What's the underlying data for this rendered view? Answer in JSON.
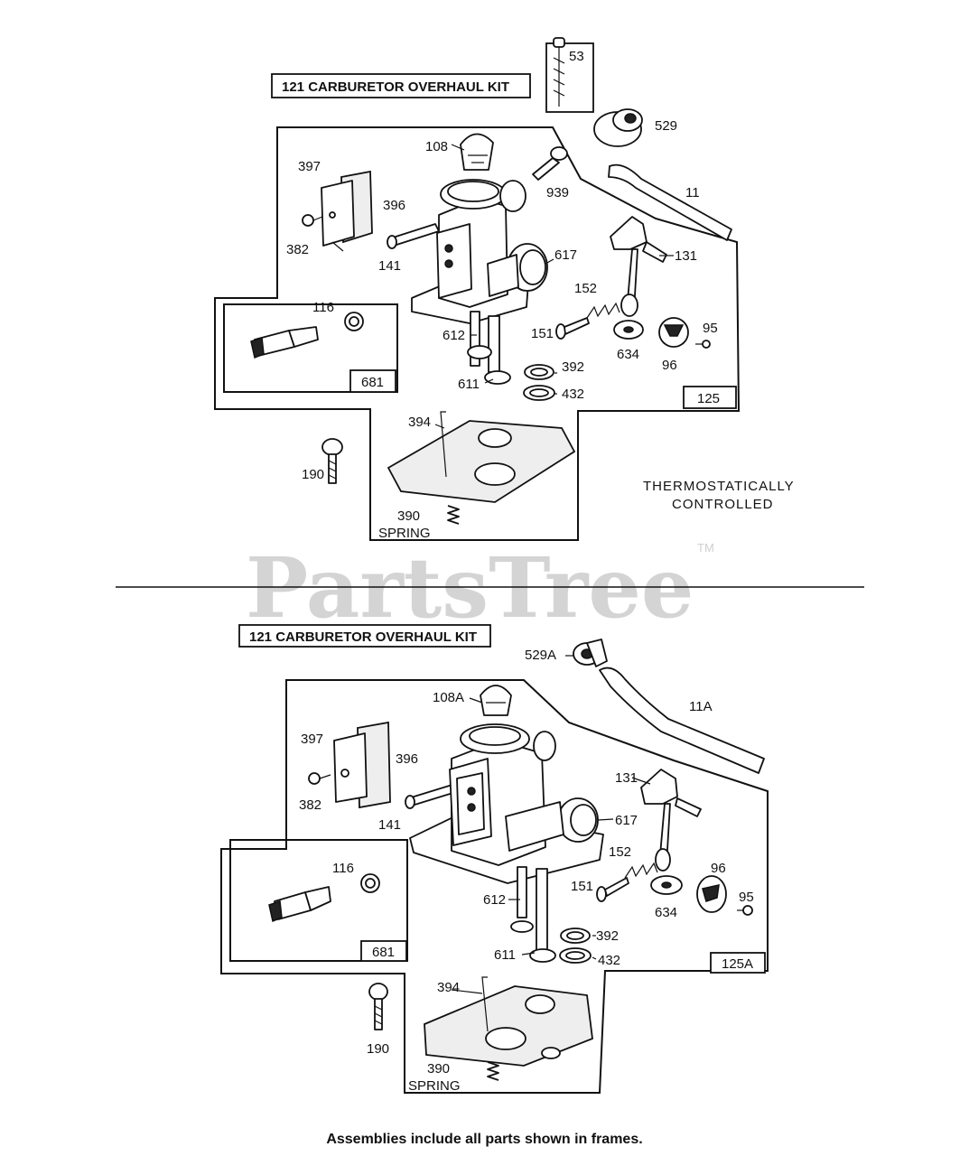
{
  "watermark": {
    "text": "PartsTree",
    "tm": "TM"
  },
  "upper": {
    "kit_title": "121   CARBURETOR OVERHAUL KIT",
    "note_line1": "THERMOSTATICALLY",
    "note_line2": "CONTROLLED",
    "labels": {
      "p53": "53",
      "p529": "529",
      "p108": "108",
      "p939": "939",
      "p11": "11",
      "p397": "397",
      "p396": "396",
      "p382": "382",
      "p141": "141",
      "p617": "617",
      "p131": "131",
      "p152": "152",
      "p116": "116",
      "p612": "612",
      "p151": "151",
      "p95": "95",
      "p634": "634",
      "p96": "96",
      "p392": "392",
      "p611": "611",
      "p432": "432",
      "p681": "681",
      "p125": "125",
      "p394": "394",
      "p190": "190",
      "p390": "390",
      "spring": "SPRING"
    }
  },
  "lower": {
    "kit_title": "121   CARBURETOR OVERHAUL KIT",
    "labels": {
      "p529A": "529A",
      "p108A": "108A",
      "p11A": "11A",
      "p397": "397",
      "p396": "396",
      "p382": "382",
      "p141": "141",
      "p131": "131",
      "p617": "617",
      "p116": "116",
      "p152": "152",
      "p96": "96",
      "p151": "151",
      "p95": "95",
      "p634": "634",
      "p612": "612",
      "p392": "392",
      "p681": "681",
      "p611": "611",
      "p432": "432",
      "p125A": "125A",
      "p394": "394",
      "p190": "190",
      "p390": "390",
      "spring": "SPRING"
    }
  },
  "footer": {
    "note": "Assemblies include all parts shown in frames."
  }
}
